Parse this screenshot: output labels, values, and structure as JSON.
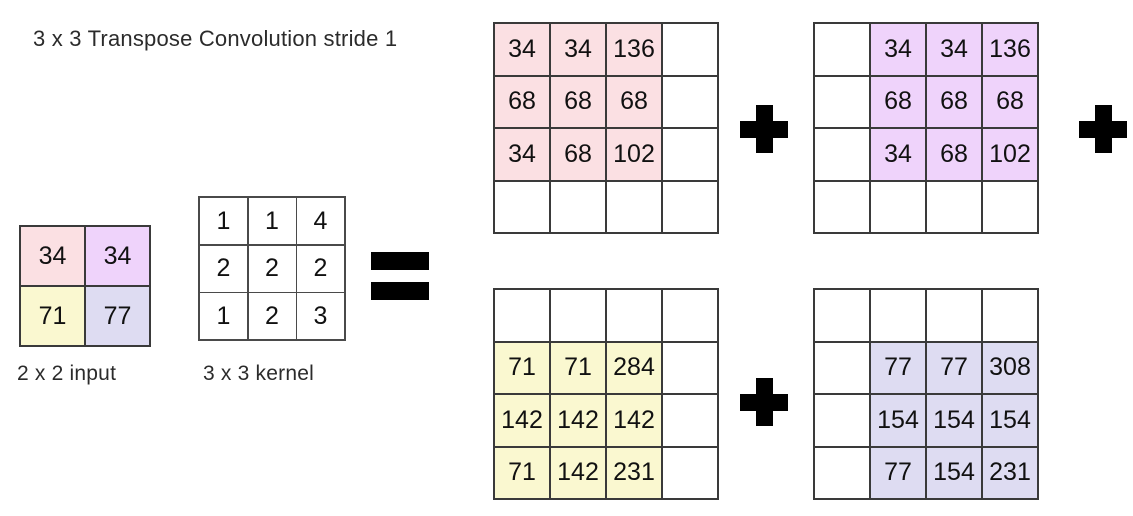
{
  "title": "3 x 3 Transpose Convolution stride 1",
  "colors": {
    "pink": "#fbe0e3",
    "purple": "#efd3fb",
    "yellow": "#faf8d0",
    "lavender": "#dedcf2",
    "white": "#ffffff",
    "border": "#3a3a3a",
    "operator": "#000000",
    "text": "#111111"
  },
  "input": {
    "caption": "2 x 2 input",
    "rows": 2,
    "cols": 2,
    "cells": [
      {
        "value": "34",
        "color": "#fbe0e3"
      },
      {
        "value": "34",
        "color": "#efd3fb"
      },
      {
        "value": "71",
        "color": "#faf8d0"
      },
      {
        "value": "77",
        "color": "#dedcf2"
      }
    ]
  },
  "kernel": {
    "caption": "3 x 3 kernel",
    "rows": 3,
    "cols": 3,
    "cells": [
      {
        "value": "1",
        "color": "#ffffff"
      },
      {
        "value": "1",
        "color": "#ffffff"
      },
      {
        "value": "4",
        "color": "#ffffff"
      },
      {
        "value": "2",
        "color": "#ffffff"
      },
      {
        "value": "2",
        "color": "#ffffff"
      },
      {
        "value": "2",
        "color": "#ffffff"
      },
      {
        "value": "1",
        "color": "#ffffff"
      },
      {
        "value": "2",
        "color": "#ffffff"
      },
      {
        "value": "3",
        "color": "#ffffff"
      }
    ]
  },
  "operators": {
    "equals": "=",
    "plus": "+"
  },
  "results": [
    {
      "name": "top-left-pink",
      "color": "#fbe0e3",
      "rows": 4,
      "cols": 4,
      "offset_row": 0,
      "offset_col": 0,
      "cells": [
        {
          "value": "34",
          "color": "#fbe0e3"
        },
        {
          "value": "34",
          "color": "#fbe0e3"
        },
        {
          "value": "136",
          "color": "#fbe0e3"
        },
        {
          "value": "",
          "color": "#ffffff"
        },
        {
          "value": "68",
          "color": "#fbe0e3"
        },
        {
          "value": "68",
          "color": "#fbe0e3"
        },
        {
          "value": "68",
          "color": "#fbe0e3"
        },
        {
          "value": "",
          "color": "#ffffff"
        },
        {
          "value": "34",
          "color": "#fbe0e3"
        },
        {
          "value": "68",
          "color": "#fbe0e3"
        },
        {
          "value": "102",
          "color": "#fbe0e3"
        },
        {
          "value": "",
          "color": "#ffffff"
        },
        {
          "value": "",
          "color": "#ffffff"
        },
        {
          "value": "",
          "color": "#ffffff"
        },
        {
          "value": "",
          "color": "#ffffff"
        },
        {
          "value": "",
          "color": "#ffffff"
        }
      ]
    },
    {
      "name": "top-right-purple",
      "color": "#efd3fb",
      "rows": 4,
      "cols": 4,
      "offset_row": 0,
      "offset_col": 1,
      "cells": [
        {
          "value": "",
          "color": "#ffffff"
        },
        {
          "value": "34",
          "color": "#efd3fb"
        },
        {
          "value": "34",
          "color": "#efd3fb"
        },
        {
          "value": "136",
          "color": "#efd3fb"
        },
        {
          "value": "",
          "color": "#ffffff"
        },
        {
          "value": "68",
          "color": "#efd3fb"
        },
        {
          "value": "68",
          "color": "#efd3fb"
        },
        {
          "value": "68",
          "color": "#efd3fb"
        },
        {
          "value": "",
          "color": "#ffffff"
        },
        {
          "value": "34",
          "color": "#efd3fb"
        },
        {
          "value": "68",
          "color": "#efd3fb"
        },
        {
          "value": "102",
          "color": "#efd3fb"
        },
        {
          "value": "",
          "color": "#ffffff"
        },
        {
          "value": "",
          "color": "#ffffff"
        },
        {
          "value": "",
          "color": "#ffffff"
        },
        {
          "value": "",
          "color": "#ffffff"
        }
      ]
    },
    {
      "name": "bottom-left-yellow",
      "color": "#faf8d0",
      "rows": 4,
      "cols": 4,
      "offset_row": 1,
      "offset_col": 0,
      "cells": [
        {
          "value": "",
          "color": "#ffffff"
        },
        {
          "value": "",
          "color": "#ffffff"
        },
        {
          "value": "",
          "color": "#ffffff"
        },
        {
          "value": "",
          "color": "#ffffff"
        },
        {
          "value": "71",
          "color": "#faf8d0"
        },
        {
          "value": "71",
          "color": "#faf8d0"
        },
        {
          "value": "284",
          "color": "#faf8d0"
        },
        {
          "value": "",
          "color": "#ffffff"
        },
        {
          "value": "142",
          "color": "#faf8d0"
        },
        {
          "value": "142",
          "color": "#faf8d0"
        },
        {
          "value": "142",
          "color": "#faf8d0"
        },
        {
          "value": "",
          "color": "#ffffff"
        },
        {
          "value": "71",
          "color": "#faf8d0"
        },
        {
          "value": "142",
          "color": "#faf8d0"
        },
        {
          "value": "231",
          "color": "#faf8d0"
        },
        {
          "value": "",
          "color": "#ffffff"
        }
      ]
    },
    {
      "name": "bottom-right-lavender",
      "color": "#dedcf2",
      "rows": 4,
      "cols": 4,
      "offset_row": 1,
      "offset_col": 1,
      "cells": [
        {
          "value": "",
          "color": "#ffffff"
        },
        {
          "value": "",
          "color": "#ffffff"
        },
        {
          "value": "",
          "color": "#ffffff"
        },
        {
          "value": "",
          "color": "#ffffff"
        },
        {
          "value": "",
          "color": "#ffffff"
        },
        {
          "value": "77",
          "color": "#dedcf2"
        },
        {
          "value": "77",
          "color": "#dedcf2"
        },
        {
          "value": "308",
          "color": "#dedcf2"
        },
        {
          "value": "",
          "color": "#ffffff"
        },
        {
          "value": "154",
          "color": "#dedcf2"
        },
        {
          "value": "154",
          "color": "#dedcf2"
        },
        {
          "value": "154",
          "color": "#dedcf2"
        },
        {
          "value": "",
          "color": "#ffffff"
        },
        {
          "value": "77",
          "color": "#dedcf2"
        },
        {
          "value": "154",
          "color": "#dedcf2"
        },
        {
          "value": "231",
          "color": "#dedcf2"
        }
      ]
    }
  ]
}
